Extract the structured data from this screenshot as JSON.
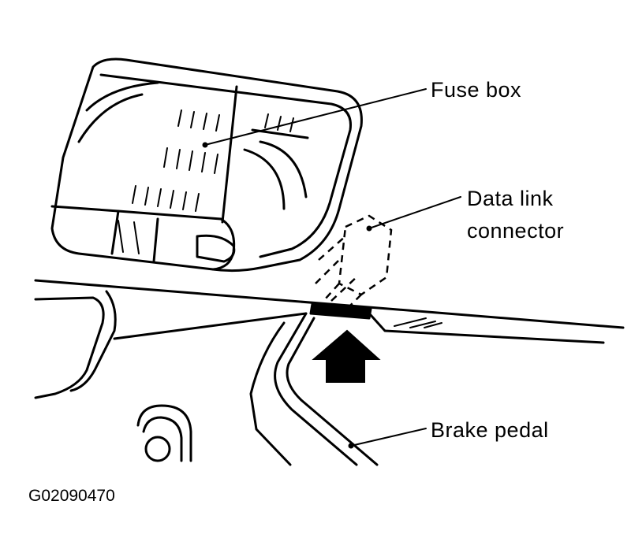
{
  "labels": {
    "fuse_box": "Fuse box",
    "data_link_line1": "Data link",
    "data_link_line2": "connector",
    "brake_pedal": "Brake pedal"
  },
  "figure_code": "G02090470",
  "colors": {
    "ink": "#000000",
    "paper": "#ffffff"
  }
}
